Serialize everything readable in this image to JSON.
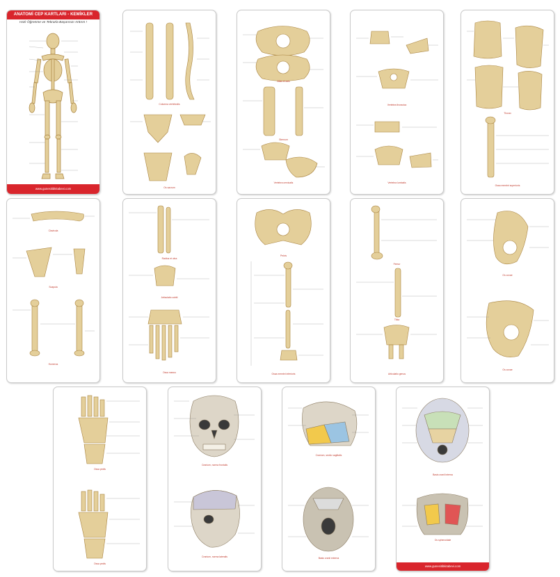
{
  "cover": {
    "title": "ANATOMİ CEP KARTLARI - KEMİKLER",
    "subtitle": "Hızlı Öğrenme ve Tekrarla Başarınızı Arttırın !",
    "footer": "www.gunesitibkitabevi.com",
    "caption": ""
  },
  "bottom_card": {
    "footer": "www.gunesitibkitabevi.com"
  },
  "colors": {
    "accent": "#d9252c",
    "bone": "#e4cf9a",
    "bone_stroke": "#b08a44",
    "caption": "#c0392b"
  }
}
